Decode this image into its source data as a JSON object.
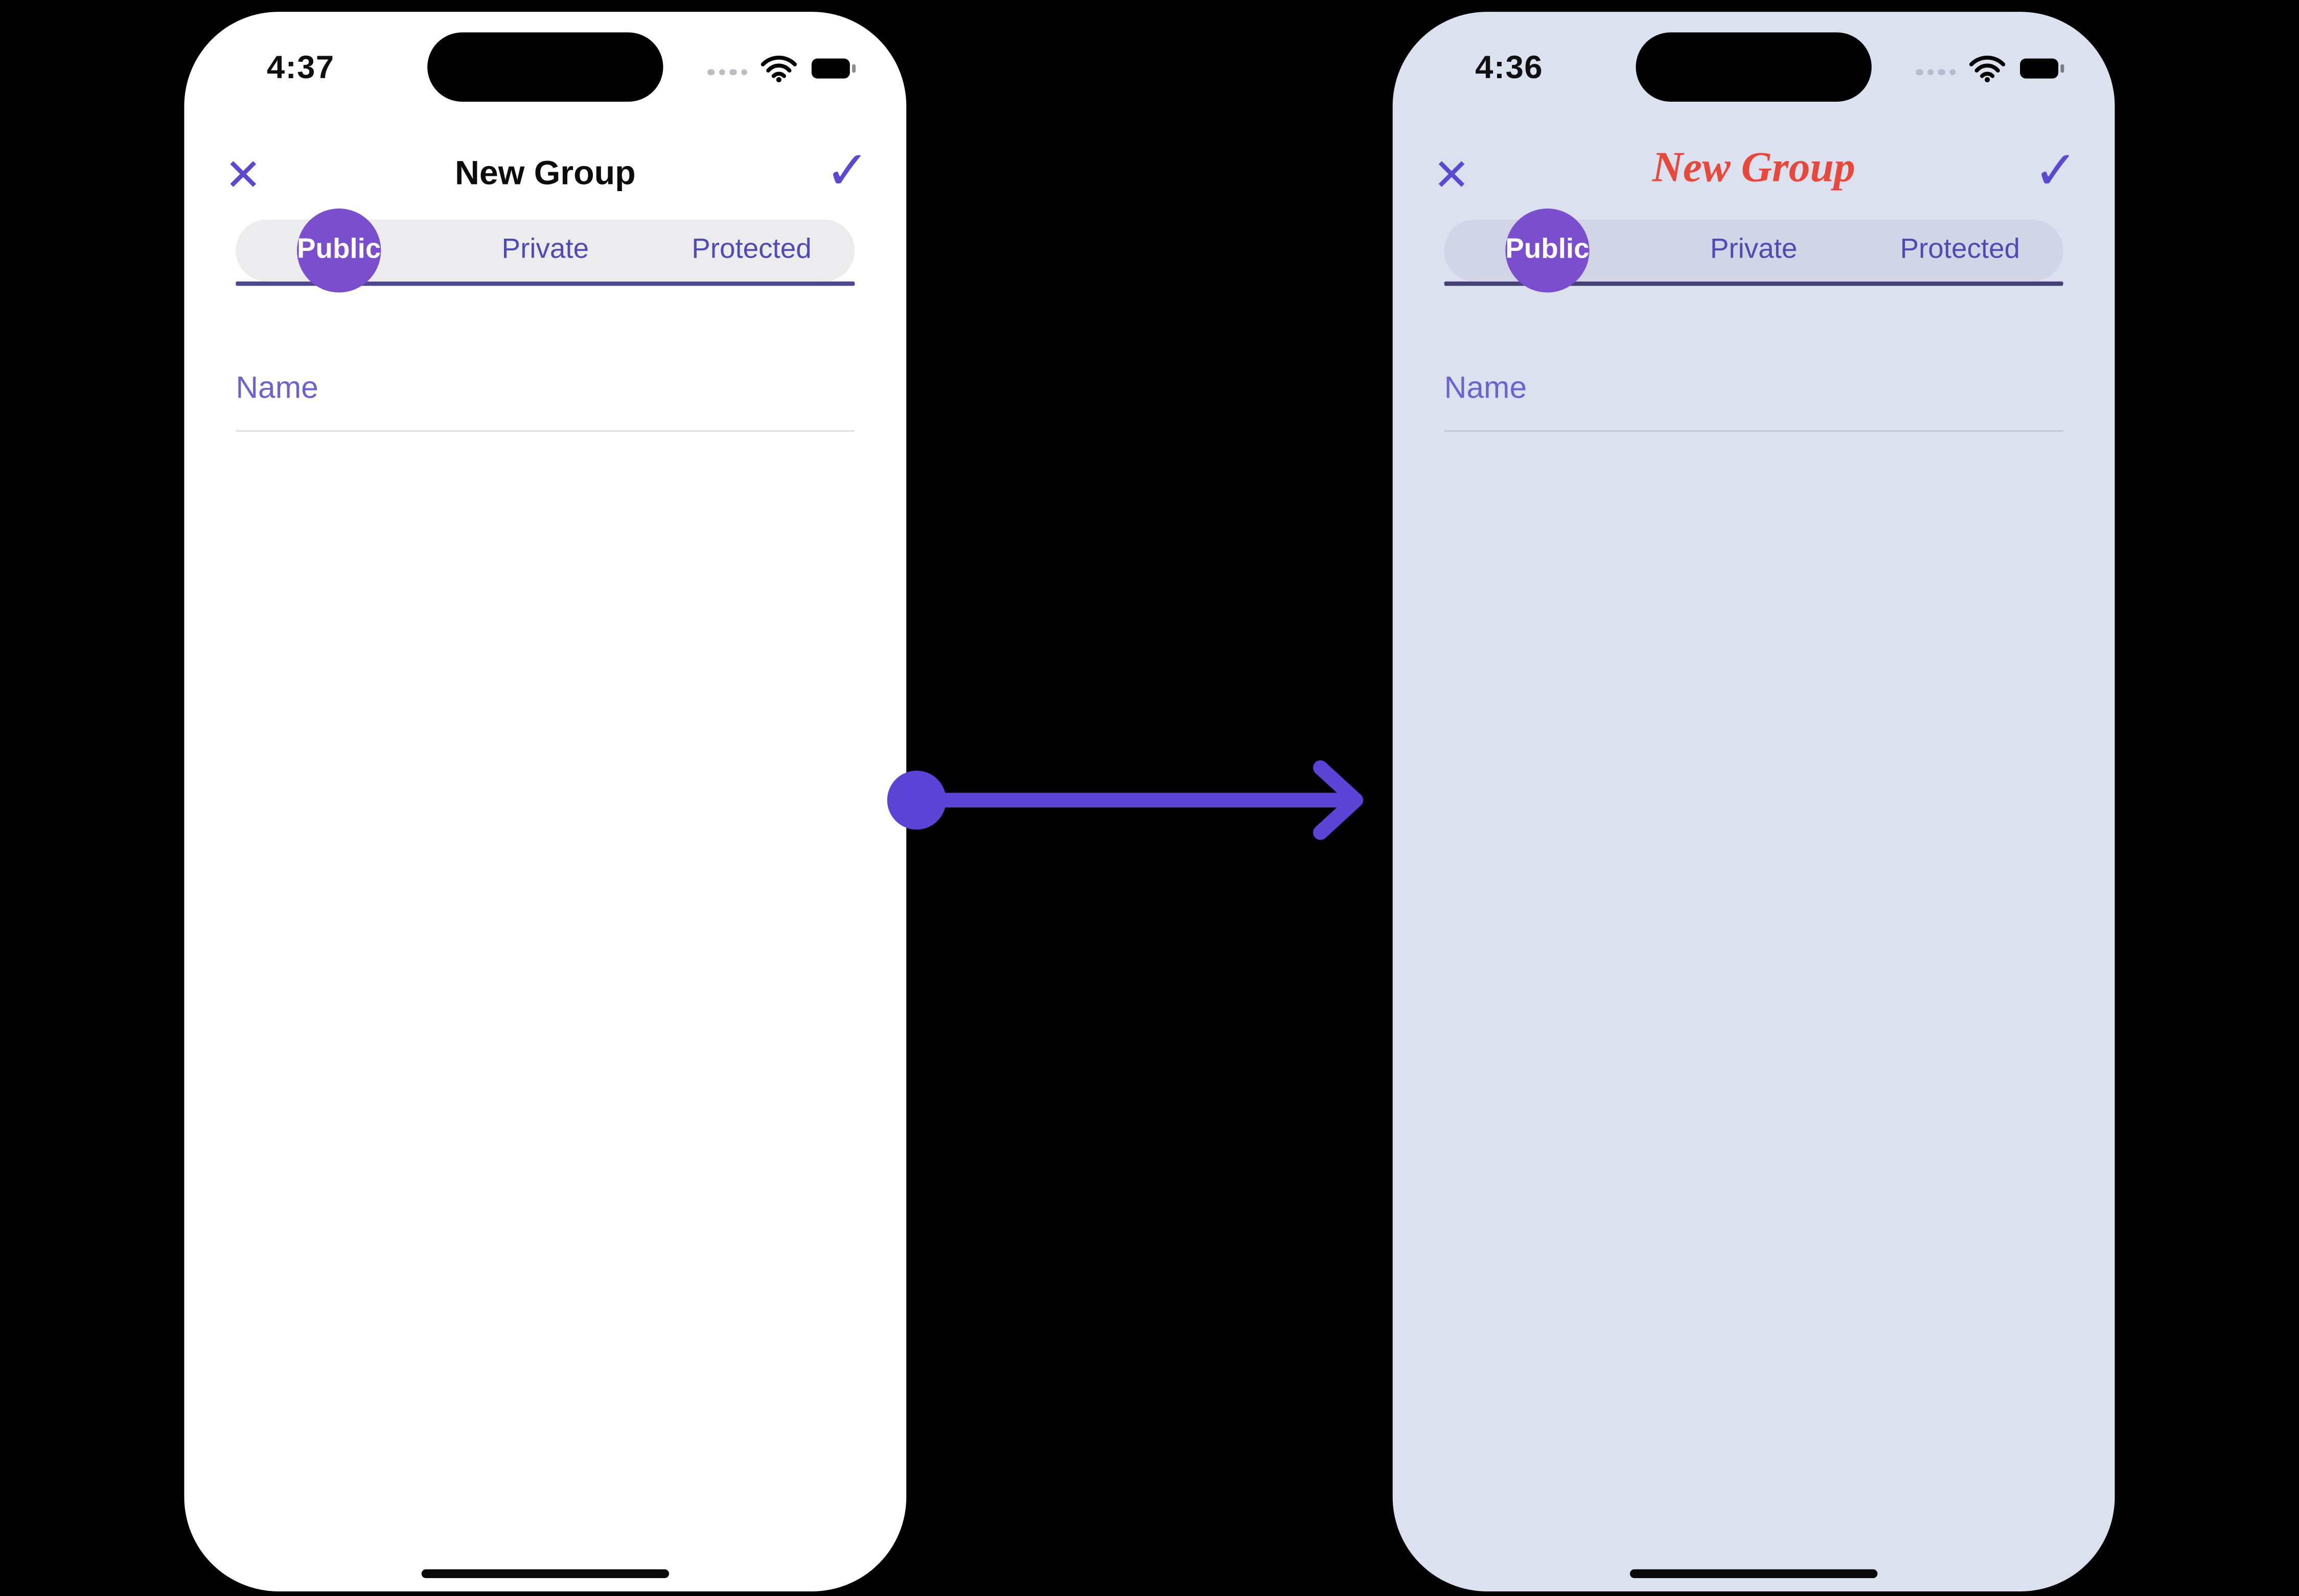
{
  "colors": {
    "accent": "#5b49cf",
    "tab_selected_circle": "#7b4ecd",
    "arrow": "#5b43d6",
    "left_phone_bg": "#ffffff",
    "right_phone_bg": "#dce1f0",
    "right_title_red": "#e8473c"
  },
  "icons": {
    "close": "✕",
    "check": "✓"
  },
  "left": {
    "time": "4:37",
    "title": "New Group",
    "tabs": {
      "public": "Public",
      "private": "Private",
      "protected": "Protected"
    },
    "name_placeholder": "Name"
  },
  "right": {
    "time": "4:36",
    "title": "New Group",
    "tabs": {
      "public": "Public",
      "private": "Private",
      "protected": "Protected"
    },
    "name_placeholder": "Name"
  }
}
